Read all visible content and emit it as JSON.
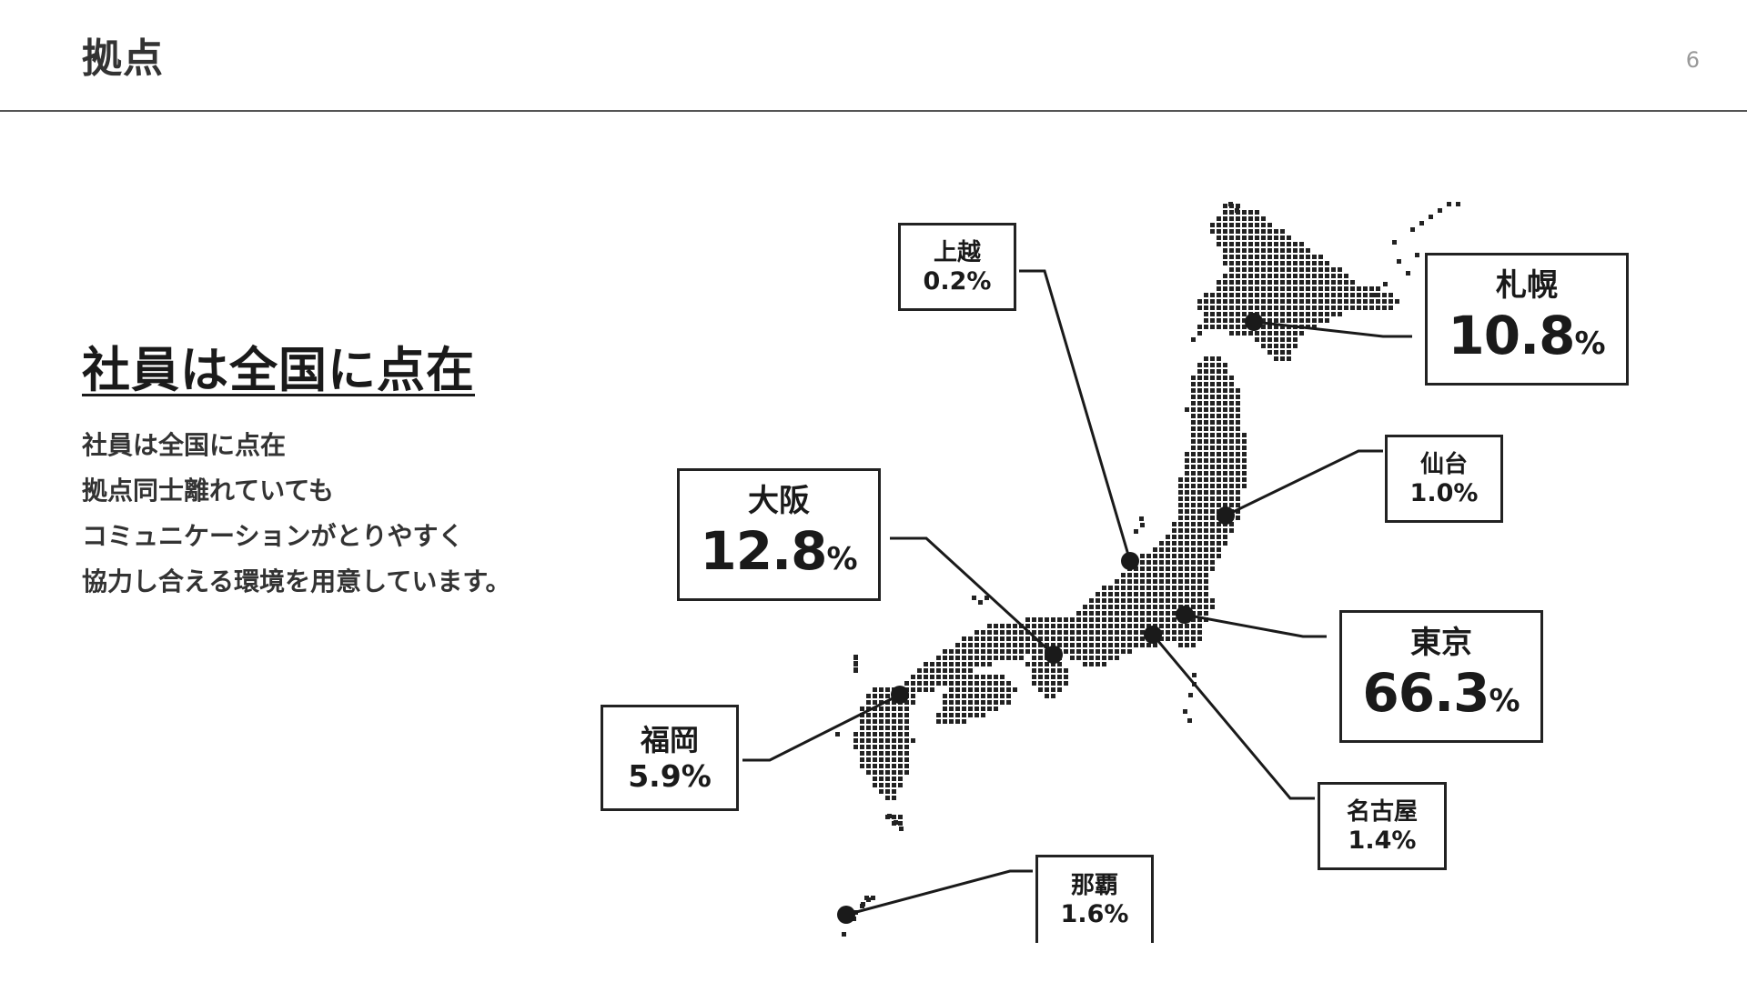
{
  "header": {
    "title": "拠点",
    "page_number": "6"
  },
  "main": {
    "heading": "社員は全国に点在",
    "paragraph_lines": [
      "社員は全国に点在",
      "拠点同士離れていても",
      "コミュニケーションがとりやすく",
      "協力し合える環境を用意しています。"
    ]
  },
  "map": {
    "locations": [
      {
        "id": "sapporo",
        "name": "札幌",
        "value": "10.8",
        "unit": "%",
        "size": "large"
      },
      {
        "id": "joetsu",
        "name": "上越",
        "value": "0.2",
        "unit": "%",
        "size": "small"
      },
      {
        "id": "sendai",
        "name": "仙台",
        "value": "1.0",
        "unit": "%",
        "size": "small"
      },
      {
        "id": "osaka",
        "name": "大阪",
        "value": "12.8",
        "unit": "%",
        "size": "large"
      },
      {
        "id": "tokyo",
        "name": "東京",
        "value": "66.3",
        "unit": "%",
        "size": "large"
      },
      {
        "id": "fukuoka",
        "name": "福岡",
        "value": "5.9",
        "unit": "%",
        "size": "small"
      },
      {
        "id": "nagoya",
        "name": "名古屋",
        "value": "1.4",
        "unit": "%",
        "size": "small"
      },
      {
        "id": "naha",
        "name": "那覇",
        "value": "1.6",
        "unit": "%",
        "size": "small"
      }
    ],
    "colors": {
      "ink": "#1a1a1a",
      "dots": "#222222",
      "border": "#222222"
    }
  }
}
